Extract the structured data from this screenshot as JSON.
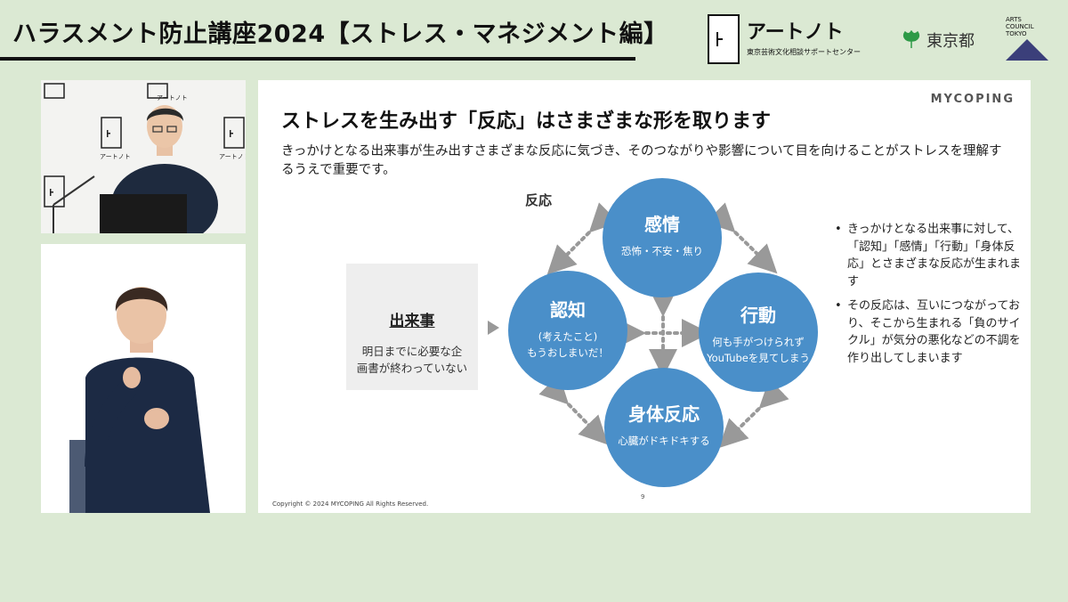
{
  "header": {
    "title": "ハラスメント防止講座2024【ストレス・マネジメント編】",
    "logos": {
      "art_name": "アートノト",
      "art_sub": "東京芸術文化相談サポートセンター",
      "tokyo": "東京都",
      "act_lines": [
        "ARTS",
        "COUNCIL",
        "TOKYO"
      ]
    }
  },
  "video": {
    "top": {
      "logo_text": "アートノト"
    }
  },
  "slide": {
    "brand": "MYCOPING",
    "title": "ストレスを生み出す「反応」はさまざまな形を取ります",
    "description": "きっかけとなる出来事が生み出すさまざまな反応に気づき、そのつながりや影響について目を向けることがストレスを理解するうえで重要です。",
    "reaction_label": "反応",
    "event": {
      "title": "出来事",
      "text_line1": "明日までに必要な企",
      "text_line2": "画書が終わっていない"
    },
    "circles": {
      "emotion": {
        "title": "感情",
        "sub": "恐怖・不安・焦り"
      },
      "cognition": {
        "title": "認知",
        "sub1": "(考えたこと)",
        "sub2": "もうおしまいだ！"
      },
      "action": {
        "title": "行動",
        "sub1": "何も手がつけられず",
        "sub2": "YouTubeを見てしまう"
      },
      "body": {
        "title": "身体反応",
        "sub": "心臓がドキドキする"
      }
    },
    "bullets": {
      "b1": "きっかけとなる出来事に対して、「認知」「感情」「行動」「身体反応」とさまざまな反応が生まれます",
      "b2": "その反応は、互いにつながっており、そこから生まれる「負のサイクル」が気分の悪化などの不調を作り出してしまいます"
    },
    "footer": "Copyright © 2024 MYCOPING All Rights Reserved.",
    "page": "9"
  },
  "colors": {
    "background": "#dbe9d3",
    "circle": "#4a8fc9",
    "arrow": "#999999"
  }
}
